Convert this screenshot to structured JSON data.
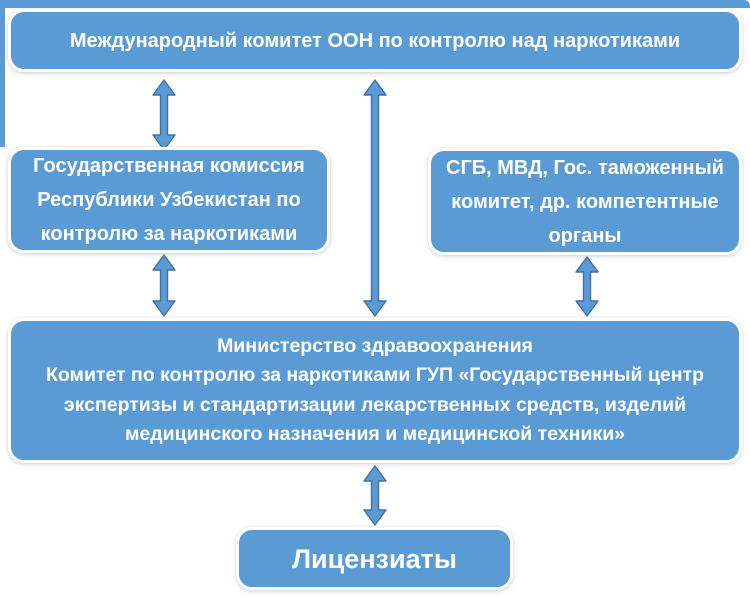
{
  "colors": {
    "box_fill": "#5b9bd5",
    "box_border": "#ffffff",
    "arrow_fill": "#5b9bd5",
    "arrow_outline": "#41719c",
    "text": "#ffffff"
  },
  "diagram": {
    "type": "org-flow-diagram",
    "nodes": [
      {
        "id": "un-committee",
        "label": "Международный комитет ООН по контролю над наркотиками"
      },
      {
        "id": "state-commission",
        "label": "Государственная комиссия\nРеспублики Узбекистан по\nконтролю за наркотиками"
      },
      {
        "id": "security-bodies",
        "label": "СГБ, МВД, Гос. таможенный\nкомитет, др. компетентные\nорганы"
      },
      {
        "id": "health-ministry",
        "label": "Министерство здравоохранения\nКомитет по контролю за наркотиками ГУП «Государственный центр\nэкспертизы и стандартизации лекарственных средств, изделий\nмедицинского назначения и медицинской техники»"
      },
      {
        "id": "licensees",
        "label": "Лицензиаты"
      }
    ],
    "edges": [
      {
        "from": "un-committee",
        "to": "state-commission",
        "style": "double-arrow"
      },
      {
        "from": "un-committee",
        "to": "health-ministry",
        "style": "double-arrow"
      },
      {
        "from": "state-commission",
        "to": "health-ministry",
        "style": "double-arrow"
      },
      {
        "from": "security-bodies",
        "to": "health-ministry",
        "style": "double-arrow"
      },
      {
        "from": "health-ministry",
        "to": "licensees",
        "style": "double-arrow"
      }
    ]
  }
}
